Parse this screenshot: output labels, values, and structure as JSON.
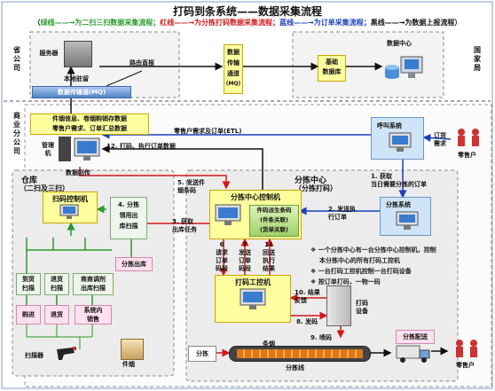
{
  "title": "打码到条系统——数据采集流程",
  "legend": {
    "open": "（",
    "green": "绿线——→为二扫三扫数据采集流程；",
    "red": "红线——→为分拣打码数据采集流程；",
    "blue": "蓝线——→为订单采集流程；",
    "black": "黑线——→为数据上报流程",
    "close": "）"
  },
  "regions": {
    "province": "省公司",
    "national": "国家局",
    "city": "商业分公司",
    "warehouse_title": "仓库",
    "warehouse_sub": "（二扫及三扫）",
    "sorting_title": "分拣中心",
    "sorting_sub": "（分拣打码）"
  },
  "nodes": {
    "server": "服务器",
    "local_server": "本地驻留",
    "mq_bar": "数据传输通(MQ)",
    "direct_report": "路由直报",
    "mq_channel": [
      "数据",
      "传输",
      "通道",
      "(MQ)"
    ],
    "datacenter": "数据中心",
    "base_db": [
      "基础",
      "数据库"
    ],
    "mgmt_info": [
      "件烟信息、卷烟购销存数据",
      "零售户需求、订单汇总数据"
    ],
    "mgmt_machine": [
      "管理",
      "机"
    ],
    "call_system": "呼叫系统",
    "etl_label": "零售户需求及订单(ETL)",
    "order_demand": [
      "订货",
      "需求"
    ],
    "retailer": "零售户",
    "sorting_system": "分拣系统",
    "scan_ctrl": "扫码控制机",
    "data_return": "数据回传",
    "sort_center_ctrl": "分拣中心控制机",
    "sort_center_inner": [
      "件码派生条码",
      "(件条关联)",
      "(货单关联)"
    ],
    "print_ctrl": "打码工控机",
    "print_device": [
      "打码",
      "设备"
    ],
    "cigarettes": "条烟",
    "sort_line": "分拣线",
    "sort_input": "分拣",
    "sort_delivery": "分拣配送",
    "sort_out_stock": "分拣出库",
    "scanner": "扫描器",
    "carton": "件烟",
    "scan_boxes": [
      [
        "到货",
        "扫描"
      ],
      [
        "退货",
        "扫描"
      ],
      [
        "商商调剂",
        "出库扫描"
      ]
    ],
    "pink_boxes": [
      "购进",
      "退货",
      [
        "系统内",
        "销售"
      ]
    ]
  },
  "steps": {
    "s1": [
      "1. 获取",
      "当日需要分拣的订单"
    ],
    "s2": [
      "2. 发送执",
      "行订单"
    ],
    "s3": [
      "3. 获取",
      "出库任务"
    ],
    "s4": [
      "4. 分拣",
      "领用出",
      "库扫描"
    ],
    "s5": [
      "5. 发送件",
      "烟条码"
    ],
    "s6": [
      "6",
      "请求",
      "订单",
      "码段"
    ],
    "s7": [
      "7",
      "发送",
      "订单",
      "码段"
    ],
    "s8": "8. 发码",
    "s9": "9. 喷码",
    "s10": [
      "10. 结果",
      "反馈"
    ],
    "s11": [
      "11",
      "回送",
      "执行",
      "结果"
    ],
    "s12": "12. 打码、执行订单数据"
  },
  "notes": [
    "一个分拣中心有一台分拣中心控制机，控制",
    "本分拣中心的所有打码工控机",
    "一台打码工控机控制一台打码设备",
    "按订单打码，一物一码"
  ],
  "note_bullet": "❖",
  "colors": {
    "green": "#2a9a2a",
    "red": "#d01a1a",
    "blue": "#1a3fc0",
    "yellow_box": "#ffffa0",
    "pink_box": "#ffe0ef"
  }
}
